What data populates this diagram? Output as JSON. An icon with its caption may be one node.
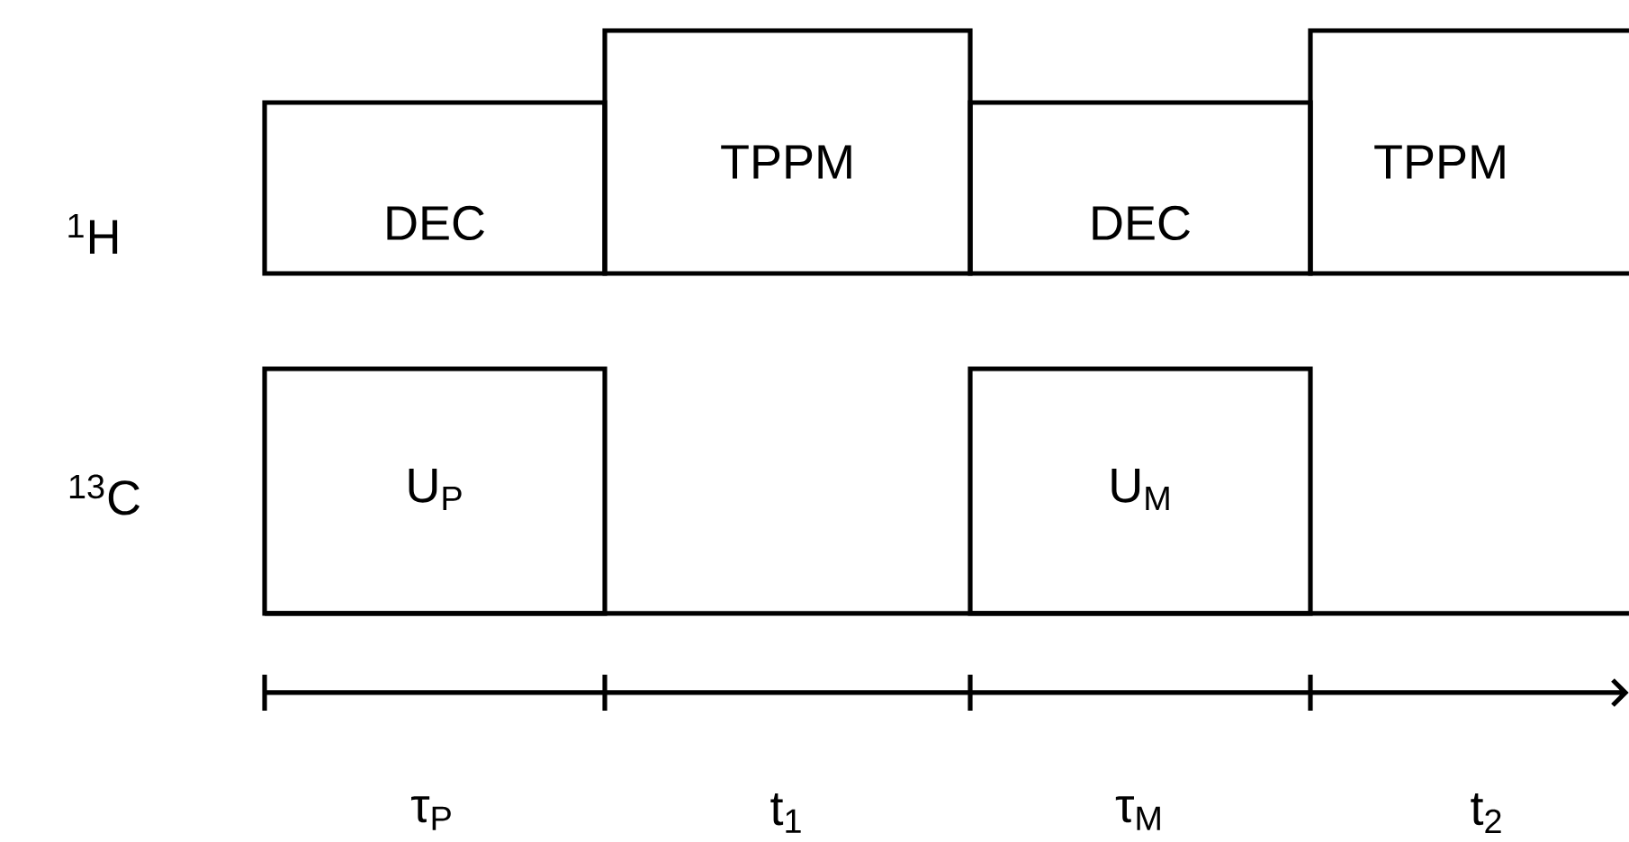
{
  "diagram": {
    "nodes": [
      {
        "text": [
          "DEC"
        ]
      },
      {
        "text": [
          "TPPM"
        ]
      },
      {
        "text": [
          "DEC"
        ]
      },
      {
        "text": [
          "TPPM"
        ]
      },
      {
        "text": [
          "U$_{P}$"
        ]
      },
      {
        "text": [
          "U$_{M}$"
        ]
      }
    ],
    "labels": [
      "$^{1}$H",
      "$^{13}$C",
      "τ$_{P}$",
      "t$_{1}$",
      "τ$_{M}$",
      "t$_{2}$"
    ]
  }
}
